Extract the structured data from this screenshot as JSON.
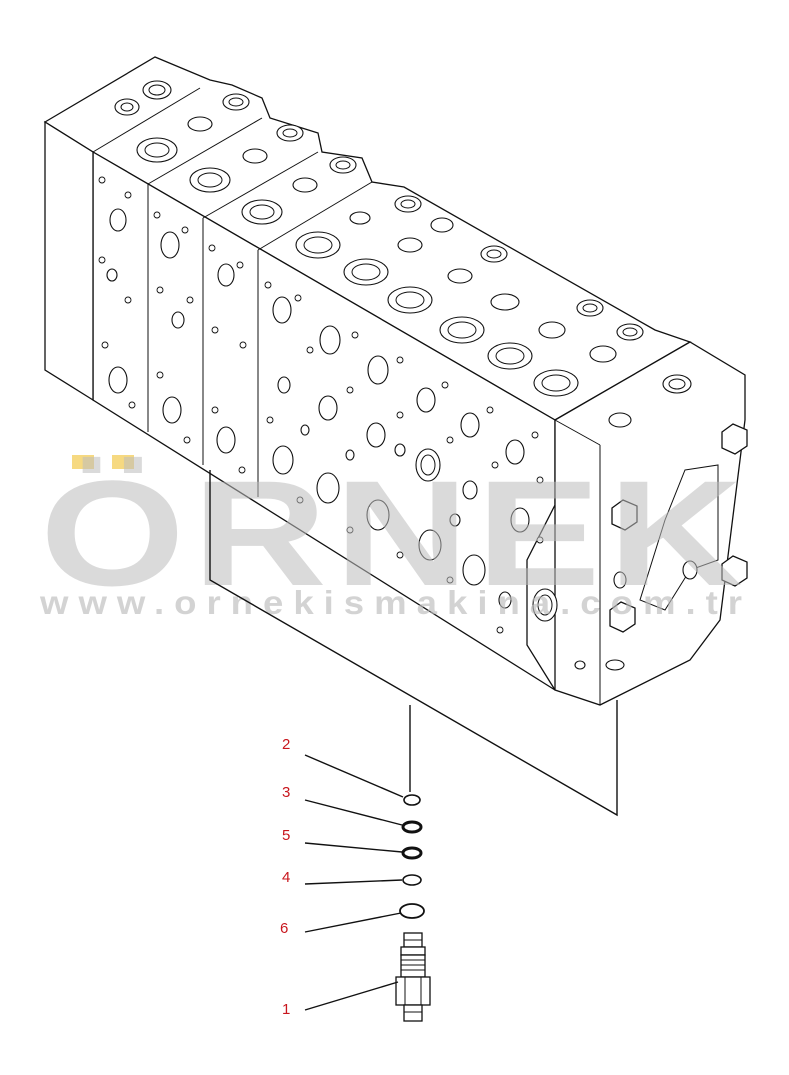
{
  "diagram": {
    "callouts": [
      {
        "id": "1",
        "label": "1"
      },
      {
        "id": "2",
        "label": "2"
      },
      {
        "id": "3",
        "label": "3"
      },
      {
        "id": "4",
        "label": "4"
      },
      {
        "id": "5",
        "label": "5"
      },
      {
        "id": "6",
        "label": "6"
      }
    ],
    "colors": {
      "line": "#111111",
      "callout": "#c8161d",
      "watermark": "#bdbdbd",
      "watermark_accent": "#f2c94c"
    }
  },
  "watermark": {
    "brand": "ÖRNEK",
    "url": "www.ornekismakina.com.tr"
  }
}
